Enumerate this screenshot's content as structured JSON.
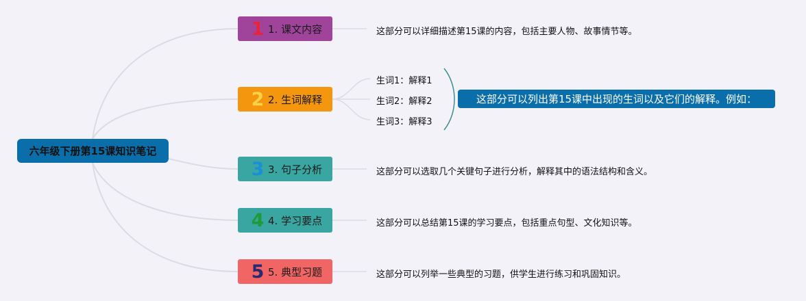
{
  "title": "六年级下册第15课知识笔记",
  "branches": [
    {
      "num": "1",
      "label": "1. 课文内容",
      "color": "#a0449b",
      "num_color": "#e8233a",
      "detail": "这部分可以详细描述第15课的内容，包括主要人物、故事情节等。"
    },
    {
      "num": "2",
      "label": "2. 生词解释",
      "color": "#f5960f",
      "num_color": "#f9d247",
      "detail": ""
    },
    {
      "num": "3",
      "label": "3. 句子分析",
      "color": "#3aa6a1",
      "num_color": "#1a8fd8",
      "detail": "这部分可以选取几个关键句子进行分析，解释其中的语法结构和含义。"
    },
    {
      "num": "4",
      "label": "4. 学习要点",
      "color": "#3aa6a1",
      "num_color": "#1f9a3a",
      "detail": "这部分可以总结第15课的学习要点，包括重点句型、文化知识等。"
    },
    {
      "num": "5",
      "label": "5. 典型习题",
      "color": "#f26565",
      "num_color": "#2b2a6e",
      "detail": "这部分可以列举一些典型的习题，供学生进行练习和巩固知识。"
    }
  ],
  "vocab": {
    "items": [
      "生词1：解释1",
      "生词2：解释2",
      "生词3：解释3"
    ],
    "summary": "这部分可以列出第15课中出现的生词以及它们的解释。例如："
  }
}
